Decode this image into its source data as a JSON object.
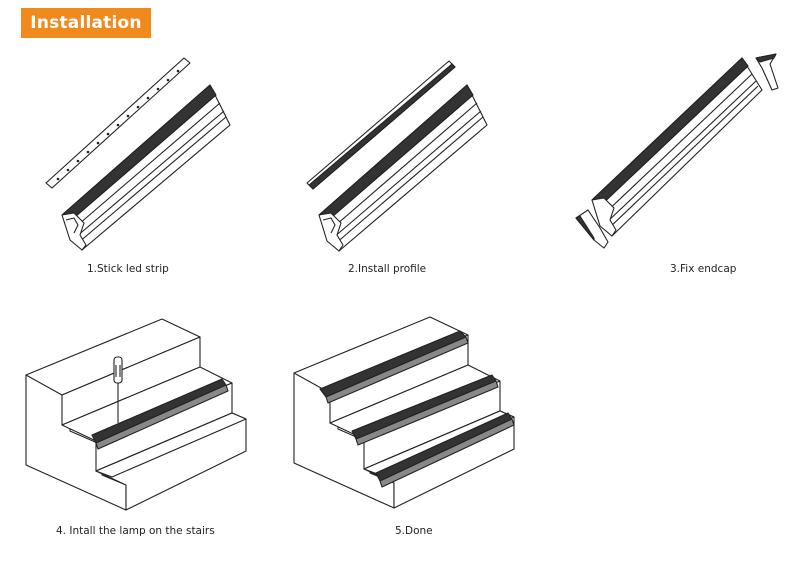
{
  "header": {
    "title": "Installation"
  },
  "steps": [
    {
      "caption": "1.Stick led strip"
    },
    {
      "caption": "2.Install profile"
    },
    {
      "caption": "3.Fix endcap"
    },
    {
      "caption": "4. Intall the lamp on the stairs"
    },
    {
      "caption": "5.Done"
    }
  ],
  "colors": {
    "accent": "#f08a1c",
    "line": "#222222"
  }
}
